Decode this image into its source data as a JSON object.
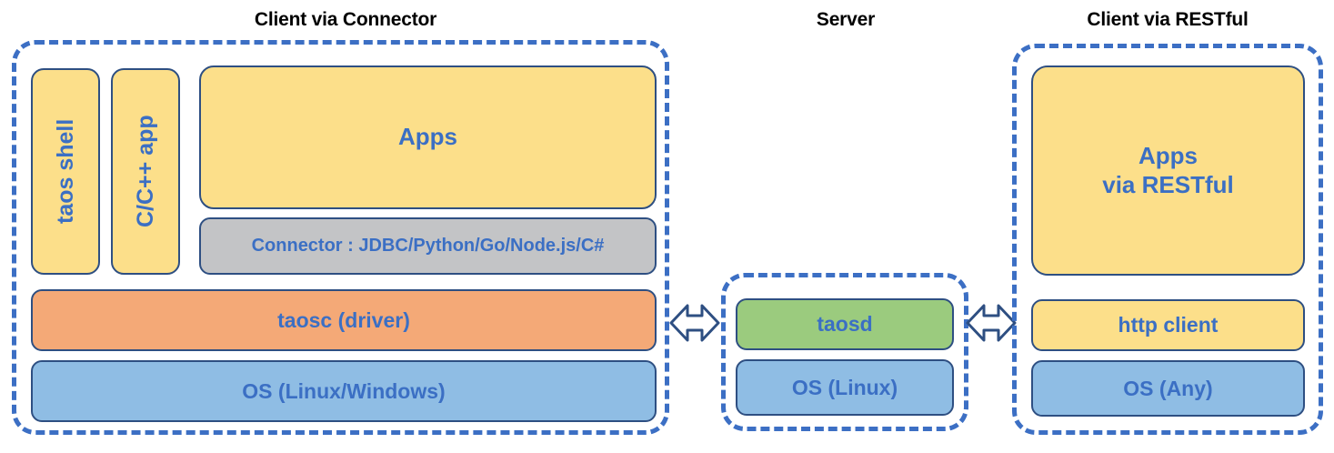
{
  "diagram": {
    "title_left": "Client via Connector",
    "title_middle": "Server",
    "title_right": "Client via RESTful",
    "colors": {
      "dashed_border": "#3C6FC4",
      "box_border": "#2E4F82",
      "text_blue": "#3B6FC4",
      "title_black": "#000000",
      "yellow": "#FCDF8A",
      "orange": "#F4A977",
      "blue": "#8FBDE4",
      "green": "#9BCB7E",
      "gray": "#C3C4C6"
    }
  },
  "client_connector": {
    "taos_shell": "taos shell",
    "c_cpp_app": "C/C++ app",
    "apps": "Apps",
    "connector": "Connector : JDBC/Python/Go/Node.js/C#",
    "taosc": "taosc (driver)",
    "os": "OS (Linux/Windows)"
  },
  "server": {
    "taosd": "taosd",
    "os": "OS (Linux)"
  },
  "client_restful": {
    "apps_line1": "Apps",
    "apps_line2": "via RESTful",
    "http_client": "http client",
    "os": "OS (Any)"
  },
  "arrows": {
    "left_arrow_name": "double-headed-arrow",
    "right_arrow_name": "double-headed-arrow"
  }
}
